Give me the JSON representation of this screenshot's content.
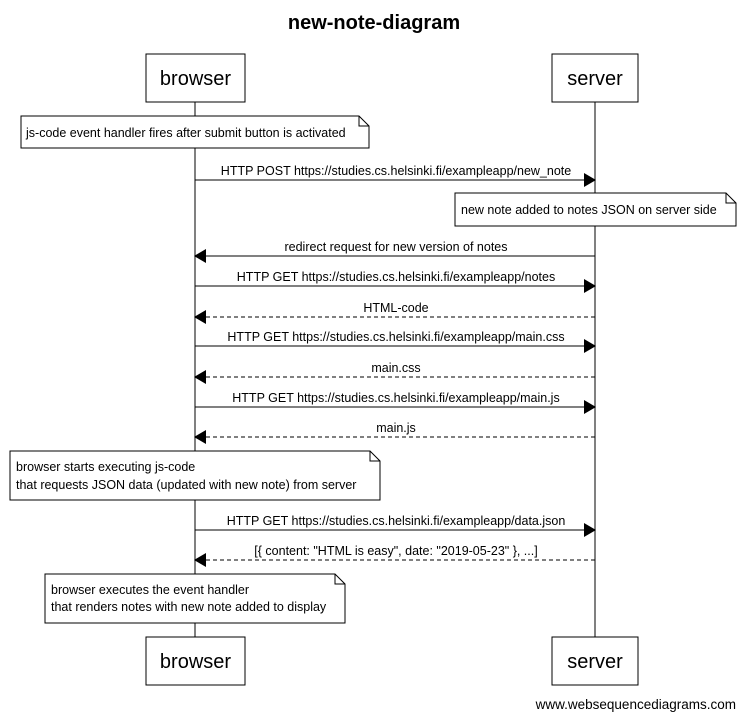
{
  "diagram": {
    "title": "new-note-diagram",
    "footer": "www.websequencediagrams.com",
    "actors": [
      {
        "id": "browser",
        "label": "browser"
      },
      {
        "id": "server",
        "label": "server"
      }
    ],
    "events": [
      {
        "type": "note",
        "over": "browser",
        "lines": [
          "js-code event handler fires after submit button is activated"
        ]
      },
      {
        "type": "message",
        "from": "browser",
        "to": "server",
        "style": "solid",
        "label": "HTTP POST https://studies.cs.helsinki.fi/exampleapp/new_note"
      },
      {
        "type": "note",
        "over": "server",
        "lines": [
          "new note added to notes JSON on server side"
        ]
      },
      {
        "type": "message",
        "from": "server",
        "to": "browser",
        "style": "solid",
        "label": "redirect request for new version of notes"
      },
      {
        "type": "message",
        "from": "browser",
        "to": "server",
        "style": "solid",
        "label": "HTTP GET https://studies.cs.helsinki.fi/exampleapp/notes"
      },
      {
        "type": "message",
        "from": "server",
        "to": "browser",
        "style": "dashed",
        "label": "HTML-code"
      },
      {
        "type": "message",
        "from": "browser",
        "to": "server",
        "style": "solid",
        "label": "HTTP GET https://studies.cs.helsinki.fi/exampleapp/main.css"
      },
      {
        "type": "message",
        "from": "server",
        "to": "browser",
        "style": "dashed",
        "label": "main.css"
      },
      {
        "type": "message",
        "from": "browser",
        "to": "server",
        "style": "solid",
        "label": "HTTP GET https://studies.cs.helsinki.fi/exampleapp/main.js"
      },
      {
        "type": "message",
        "from": "server",
        "to": "browser",
        "style": "dashed",
        "label": "main.js"
      },
      {
        "type": "note",
        "over": "browser",
        "lines": [
          "browser starts executing js-code",
          "that requests JSON data (updated with new note) from server"
        ]
      },
      {
        "type": "message",
        "from": "browser",
        "to": "server",
        "style": "solid",
        "label": "HTTP GET https://studies.cs.helsinki.fi/exampleapp/data.json"
      },
      {
        "type": "message",
        "from": "server",
        "to": "browser",
        "style": "dashed",
        "label": "[{ content: \"HTML is easy\", date: \"2019-05-23\" }, ...]"
      },
      {
        "type": "note",
        "over": "browser",
        "lines": [
          "browser executes the event handler",
          "that renders notes with new note added to display"
        ]
      }
    ]
  }
}
